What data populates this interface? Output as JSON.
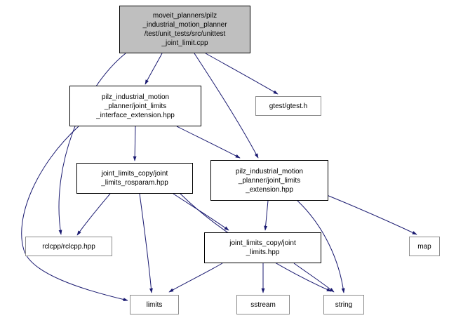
{
  "diagram": {
    "type": "include-dependency-graph",
    "background": "#ffffff",
    "edge_color": "#191970",
    "root_fill": "#bfbfbf",
    "nodes": {
      "root": {
        "label": "moveit_planners/pilz\n_industrial_motion_planner\n/test/unit_tests/src/unittest\n_joint_limit.cpp"
      },
      "interface_extension": {
        "label": "pilz_industrial_motion\n_planner/joint_limits\n_interface_extension.hpp"
      },
      "gtest": {
        "label": "gtest/gtest.h"
      },
      "rosparam": {
        "label": "joint_limits_copy/joint\n_limits_rosparam.hpp"
      },
      "extension": {
        "label": "pilz_industrial_motion\n_planner/joint_limits\n_extension.hpp"
      },
      "rclcpp": {
        "label": "rclcpp/rclcpp.hpp"
      },
      "joint_limits": {
        "label": "joint_limits_copy/joint\n_limits.hpp"
      },
      "map": {
        "label": "map"
      },
      "limits": {
        "label": "limits"
      },
      "sstream": {
        "label": "sstream"
      },
      "string": {
        "label": "string"
      }
    },
    "edges": [
      {
        "from": "root",
        "to": "interface_extension"
      },
      {
        "from": "root",
        "to": "gtest"
      },
      {
        "from": "root",
        "to": "extension"
      },
      {
        "from": "root",
        "to": "rclcpp"
      },
      {
        "from": "interface_extension",
        "to": "rosparam"
      },
      {
        "from": "interface_extension",
        "to": "extension"
      },
      {
        "from": "interface_extension",
        "to": "limits"
      },
      {
        "from": "rosparam",
        "to": "rclcpp"
      },
      {
        "from": "rosparam",
        "to": "joint_limits"
      },
      {
        "from": "rosparam",
        "to": "limits"
      },
      {
        "from": "rosparam",
        "to": "string"
      },
      {
        "from": "extension",
        "to": "joint_limits"
      },
      {
        "from": "extension",
        "to": "map"
      },
      {
        "from": "extension",
        "to": "string"
      },
      {
        "from": "joint_limits",
        "to": "limits"
      },
      {
        "from": "joint_limits",
        "to": "sstream"
      },
      {
        "from": "joint_limits",
        "to": "string"
      }
    ]
  }
}
